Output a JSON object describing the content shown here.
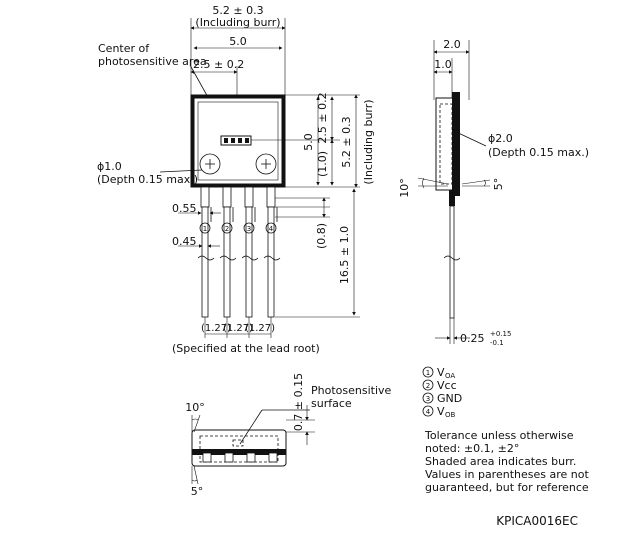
{
  "front_view": {
    "width_with_burr": "5.2 ± 0.3",
    "including_burr": "(Including burr)",
    "body_width": "5.0",
    "center_label_1": "Center of",
    "center_label_2": "photosensitive area",
    "center_offset": "2.5 ± 0.2",
    "hole_dia": "ϕ1.0",
    "hole_depth": "(Depth 0.15 max.)",
    "lead_width": "0.55",
    "lead_thickness": "0.45",
    "height": "5.0",
    "v_center": "2.5 ± 0.2",
    "v_offset": "(1.0)",
    "v_with_burr": "5.2 ± 0.3",
    "v_including_burr": "(Including burr)",
    "v_gap": "(0.8)",
    "lead_length": "16.5 ± 1.0",
    "pins": [
      "1",
      "2",
      "3",
      "4"
    ],
    "pitch": [
      "(1.27)",
      "(1.27)",
      "(1.27)"
    ],
    "pitch_note": "(Specified at the lead root)"
  },
  "side_view": {
    "thickness": "2.0",
    "half_thickness": "1.0",
    "hole_dia": "ϕ2.0",
    "hole_depth": "(Depth 0.15 max.)",
    "angle_left": "10°",
    "angle_right": "5°",
    "lead_thickness_base": "0.25",
    "lead_tol_plus": "+0.15",
    "lead_tol_minus": "-0.1"
  },
  "bottom_view": {
    "surface_height": "0.7 ± 0.15",
    "label_1": "Photosensitive",
    "label_2": "surface",
    "angle_top": "10°",
    "angle_bottom": "5°"
  },
  "pin_legend": [
    {
      "num": "1",
      "name": "V",
      "sub": "OA"
    },
    {
      "num": "2",
      "name": "Vcc",
      "sub": ""
    },
    {
      "num": "3",
      "name": "GND",
      "sub": ""
    },
    {
      "num": "4",
      "name": "V",
      "sub": "OB"
    }
  ],
  "notes": [
    "Tolerance unless otherwise",
    "noted: ±0.1, ±2°",
    "Shaded area indicates burr.",
    "Values in parentheses are not",
    "guaranteed, but for reference"
  ],
  "code": "KPICA0016EC"
}
